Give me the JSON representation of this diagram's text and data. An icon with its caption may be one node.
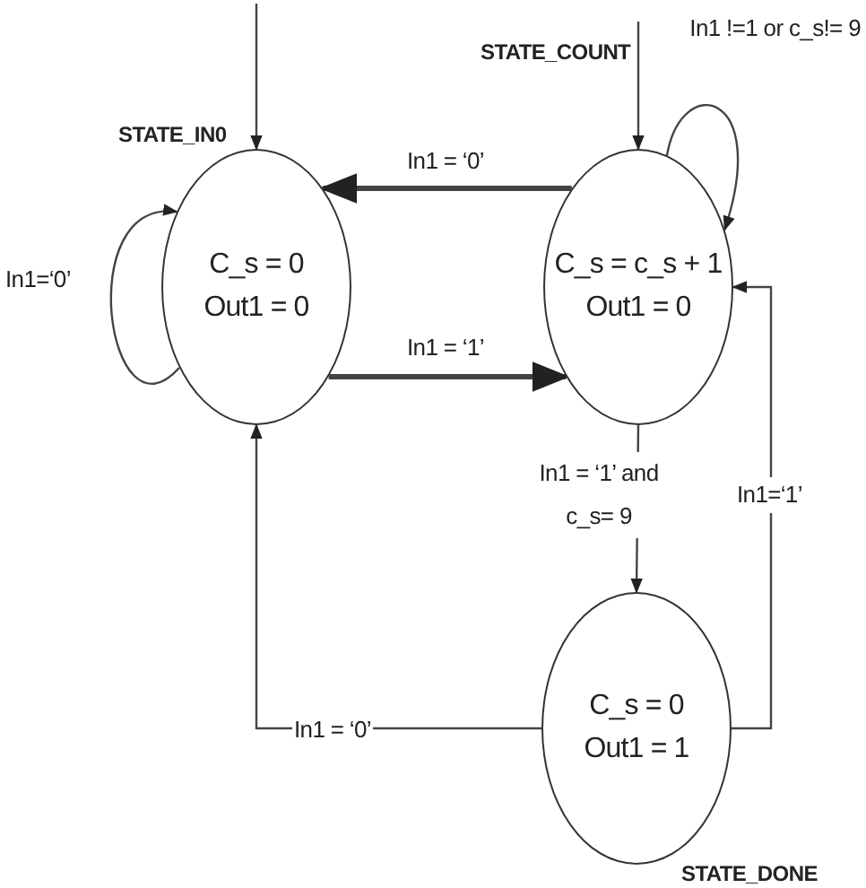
{
  "diagram": {
    "nodes": [
      {
        "text": [
          "C_s = 0",
          "Out1 = 0"
        ],
        "beside": [
          "STATE_IN0"
        ]
      },
      {
        "text": [
          "C_s = c_s + 1",
          "Out1 = 0"
        ]
      },
      {
        "text": [
          "C_s = 0",
          "Out1 = 1"
        ],
        "beside": [
          "STATE_DONE"
        ]
      }
    ],
    "edges": [
      {
        "from": null,
        "to": 0,
        "arrow": "to"
      },
      {
        "from": null,
        "to": 1,
        "arrow": "to"
      },
      {
        "from": 0,
        "to": 0,
        "arrow": "to",
        "label": "In1=‘0’"
      },
      {
        "from": 1,
        "to": 0,
        "arrow": "to",
        "label": "In1 = ‘0’",
        "style": "thick"
      },
      {
        "from": 0,
        "to": 1,
        "arrow": "to",
        "label": "In1 = ‘1’",
        "style": "thick"
      },
      {
        "from": 1,
        "to": 1,
        "arrow": "to",
        "label": "In1 !=1 or c_s!= 9"
      },
      {
        "from": 1,
        "to": 2,
        "arrow": "to",
        "label": "In1 = ‘1’ and c_s= 9"
      },
      {
        "from": 2,
        "to": 1,
        "arrow": "to",
        "label": "In1=‘1’"
      },
      {
        "from": 2,
        "to": 0,
        "arrow": "to",
        "label": "In1 = ‘0’"
      }
    ],
    "labels": [
      "STATE_COUNT"
    ]
  }
}
